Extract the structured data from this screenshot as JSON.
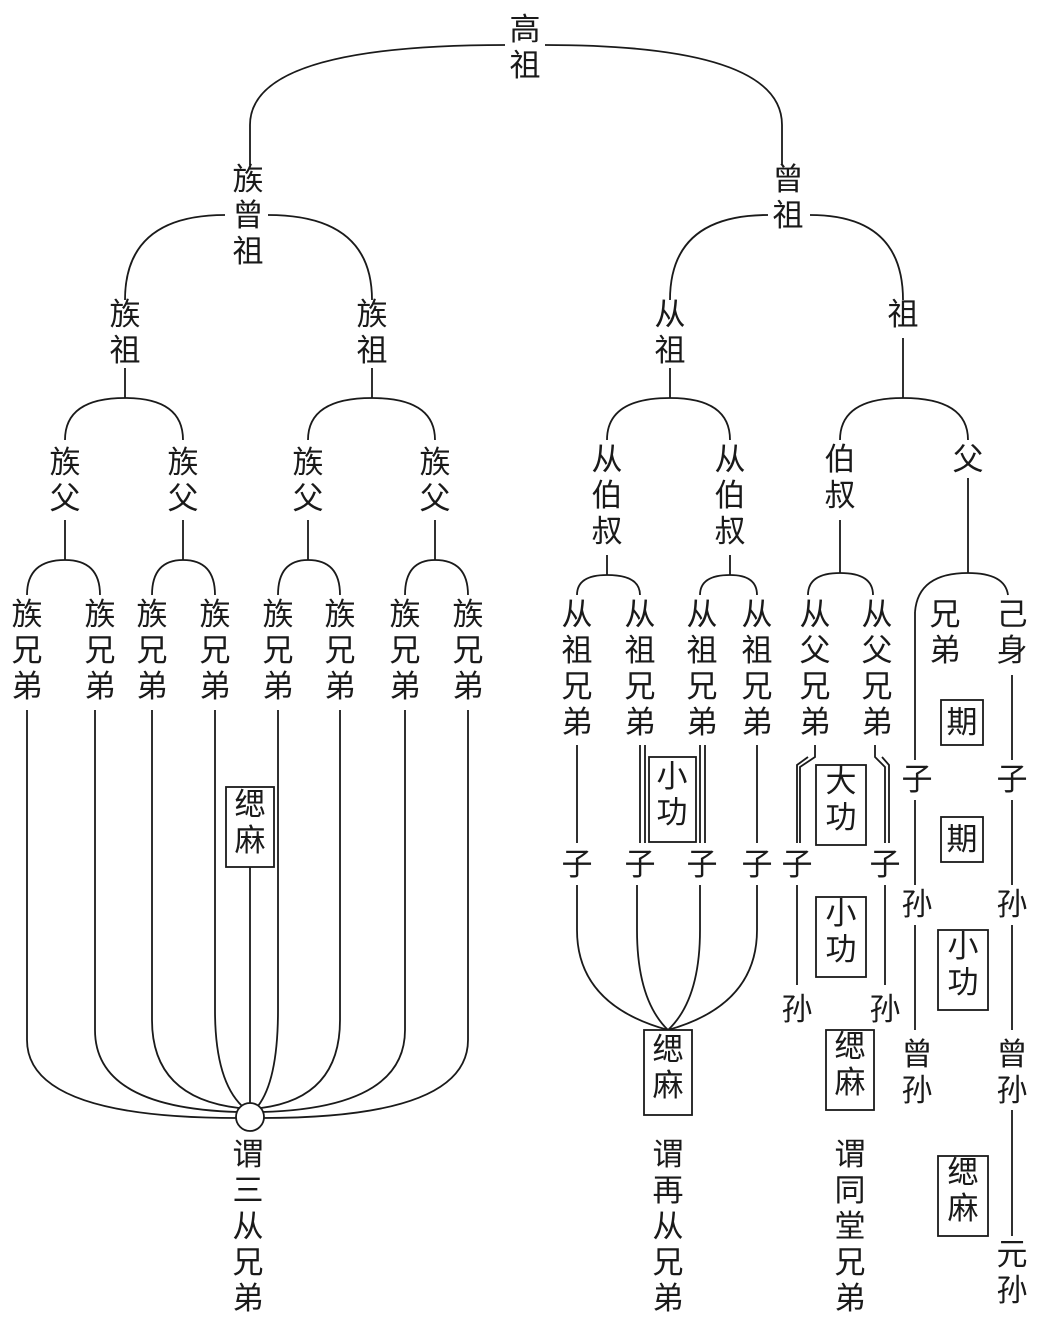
{
  "nodes": {
    "gaozu": "高祖",
    "zu_zengzu": "族曾祖",
    "zengzu": "曾祖",
    "zuzu_l": "族祖",
    "zuzu_r": "族祖",
    "congzu": "从祖",
    "zu": "祖",
    "zufu_1": "族父",
    "zufu_2": "族父",
    "zufu_3": "族父",
    "zufu_4": "族父",
    "congboshu_l": "从伯叔",
    "congboshu_r": "从伯叔",
    "boshu": "伯叔",
    "fu": "父",
    "zxd_1": "族兄弟",
    "zxd_2": "族兄弟",
    "zxd_3": "族兄弟",
    "zxd_4": "族兄弟",
    "zxd_5": "族兄弟",
    "zxd_6": "族兄弟",
    "zxd_7": "族兄弟",
    "zxd_8": "族兄弟",
    "czxd_1": "从祖兄弟",
    "czxd_2": "从祖兄弟",
    "czxd_3": "从祖兄弟",
    "czxd_4": "从祖兄弟",
    "cfxd_1": "从父兄弟",
    "cfxd_2": "从父兄弟",
    "xiongdi": "兄弟",
    "jishen": "己身",
    "zi_1": "子",
    "zi_2": "子",
    "zi_3": "子",
    "zi_4": "子",
    "zi_5": "子",
    "zi_6": "子",
    "zi_7": "子",
    "zi_8": "子",
    "sun_1": "孙",
    "sun_2": "孙",
    "sun_3": "孙",
    "sun_4": "孙",
    "zengsun_1": "曾孙",
    "zengsun_2": "曾孙",
    "yuansun": "元孙"
  },
  "mourning": {
    "sima_1": "缌麻",
    "xiaogong_1": "小功",
    "sima_2": "缌麻",
    "dagong": "大功",
    "xiaogong_2": "小功",
    "sima_3": "缌麻",
    "ji_1": "期",
    "ji_2": "期",
    "xiaogong_3": "小功",
    "sima_4": "缌麻"
  },
  "captions": {
    "sancong": "谓三从兄弟",
    "zaicong": "谓再从兄弟",
    "tongtang": "谓同堂兄弟"
  }
}
